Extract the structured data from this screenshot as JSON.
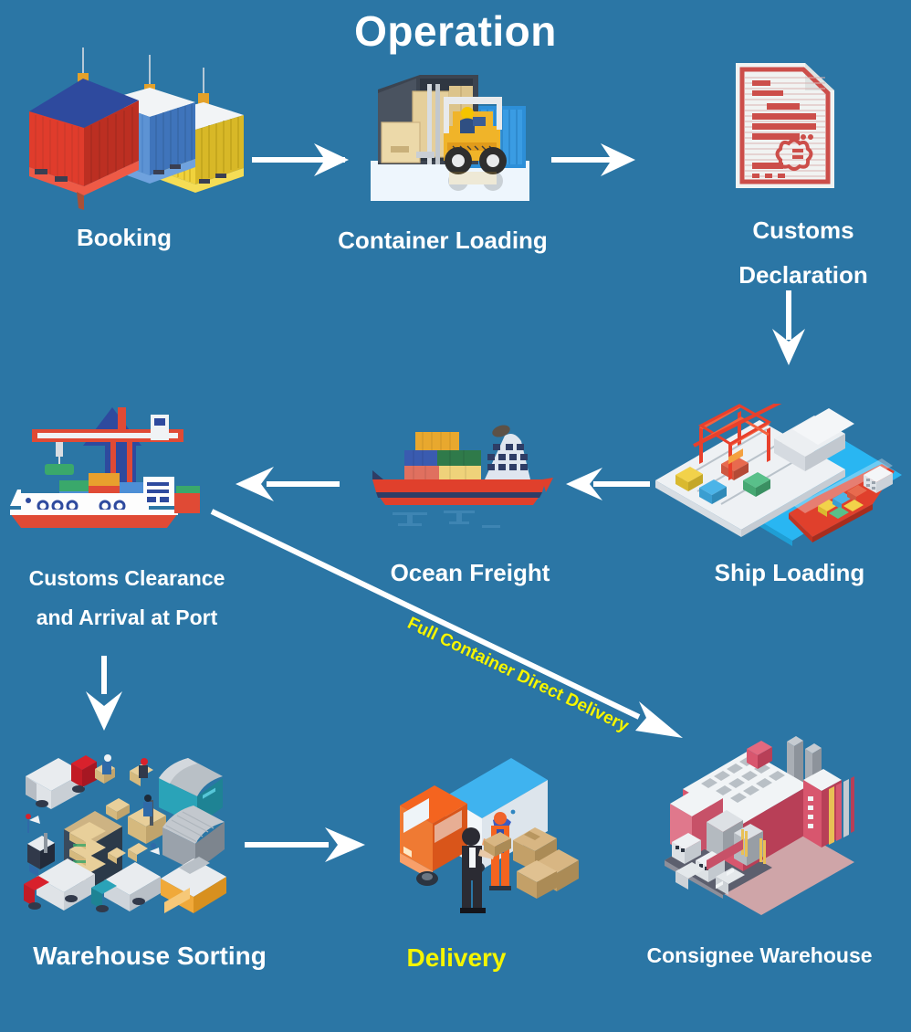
{
  "title": "Operation",
  "theme": {
    "background": "#2b76a5",
    "text": "#ffffff",
    "highlight": "#f5f500",
    "arrow": "#ffffff"
  },
  "steps": [
    {
      "id": "booking",
      "label": "Booking",
      "icon": "hanging-containers-icon"
    },
    {
      "id": "container-loading",
      "label": "Container Loading",
      "icon": "forklift-container-icon"
    },
    {
      "id": "customs-declaration",
      "label": "Customs\nDeclaration",
      "icon": "customs-document-icon"
    },
    {
      "id": "ship-loading",
      "label": "Ship Loading",
      "icon": "port-gantry-crane-icon"
    },
    {
      "id": "ocean-freight",
      "label": "Ocean Freight",
      "icon": "cargo-ship-icon"
    },
    {
      "id": "customs-clearance",
      "label": "Customs Clearance\nand Arrival at Port",
      "icon": "port-crane-ship-icon"
    },
    {
      "id": "warehouse-sorting",
      "label": "Warehouse Sorting",
      "icon": "warehouse-assets-icon"
    },
    {
      "id": "delivery",
      "label": "Delivery",
      "icon": "delivery-truck-icon"
    },
    {
      "id": "consignee-warehouse",
      "label": "Consignee Warehouse",
      "icon": "factory-building-icon"
    }
  ],
  "connectors": [
    {
      "id": "booking-to-container-loading",
      "type": "arrow-right"
    },
    {
      "id": "container-loading-to-customs-declaration",
      "type": "arrow-right"
    },
    {
      "id": "customs-declaration-to-ship-loading",
      "type": "arrow-down"
    },
    {
      "id": "ship-loading-to-ocean-freight",
      "type": "arrow-left"
    },
    {
      "id": "ocean-freight-to-customs-clearance",
      "type": "arrow-left"
    },
    {
      "id": "customs-clearance-to-warehouse-sorting",
      "type": "arrow-down"
    },
    {
      "id": "warehouse-sorting-to-delivery",
      "type": "arrow-right"
    },
    {
      "id": "customs-clearance-to-consignee-warehouse",
      "type": "arrow-diagonal",
      "label": "Full Container Direct Delivery"
    }
  ]
}
